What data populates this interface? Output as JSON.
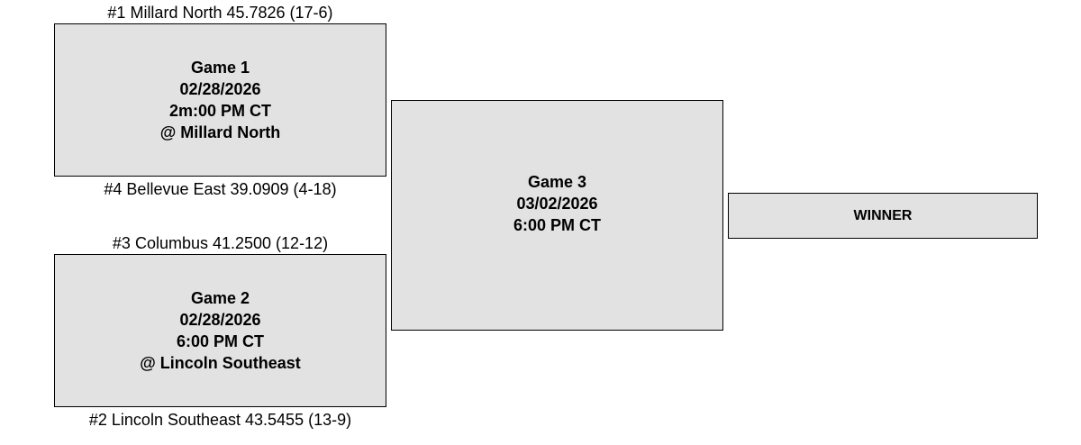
{
  "bracket": {
    "game1": {
      "top_team": "#1 Millard North 45.7826 (17-6)",
      "bottom_team": "#4 Bellevue East 39.0909 (4-18)",
      "title": "Game 1",
      "date": "02/28/2026",
      "time": "2m:00 PM CT",
      "location": "@ Millard North"
    },
    "game2": {
      "top_team": "#3 Columbus 41.2500 (12-12)",
      "bottom_team": "#2 Lincoln Southeast 43.5455 (13-9)",
      "title": "Game 2",
      "date": "02/28/2026",
      "time": "6:00 PM CT",
      "location": "@ Lincoln Southeast"
    },
    "game3": {
      "title": "Game 3",
      "date": "03/02/2026",
      "time": "6:00 PM CT"
    },
    "winner_label": "WINNER",
    "colors": {
      "box_fill": "#e2e2e2",
      "border": "#000000"
    }
  }
}
